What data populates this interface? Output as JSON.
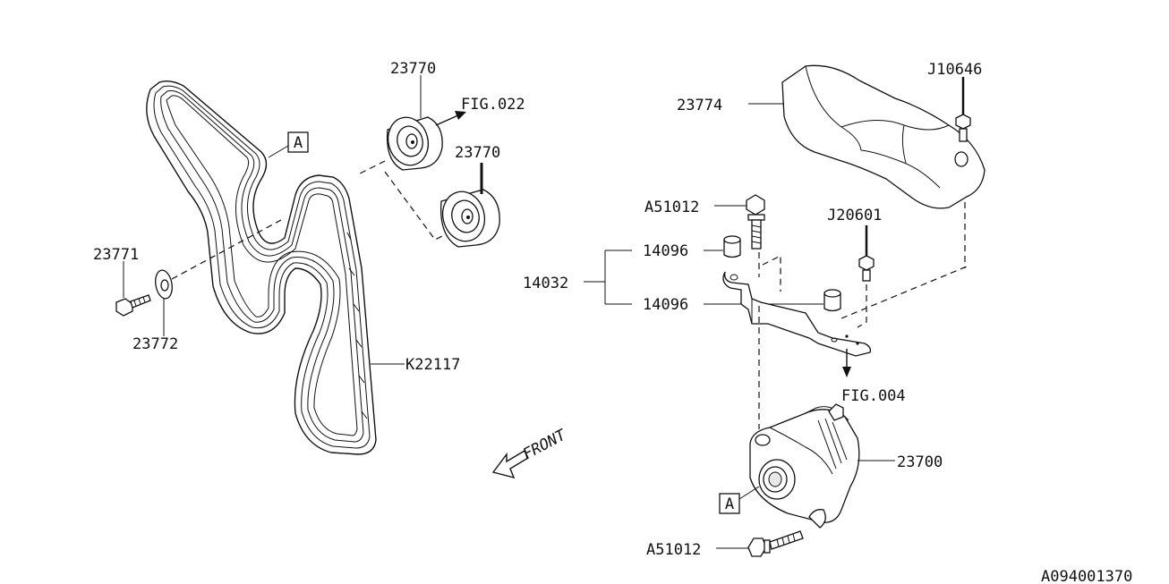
{
  "labels": {
    "p23770_top": "23770",
    "fig022": "FIG.022",
    "p23770_2": "23770",
    "boxA_top": "A",
    "p23771": "23771",
    "p23772": "23772",
    "k22117": "K22117",
    "front": "FRONT",
    "p23774": "23774",
    "j10646": "J10646",
    "a51012_top": "A51012",
    "j20601": "J20601",
    "p14096_top": "14096",
    "p14032": "14032",
    "p14096_bot": "14096",
    "fig004": "FIG.004",
    "p23700": "23700",
    "boxA_bot": "A",
    "a51012_bot": "A51012",
    "diagram_id": "A094001370"
  }
}
